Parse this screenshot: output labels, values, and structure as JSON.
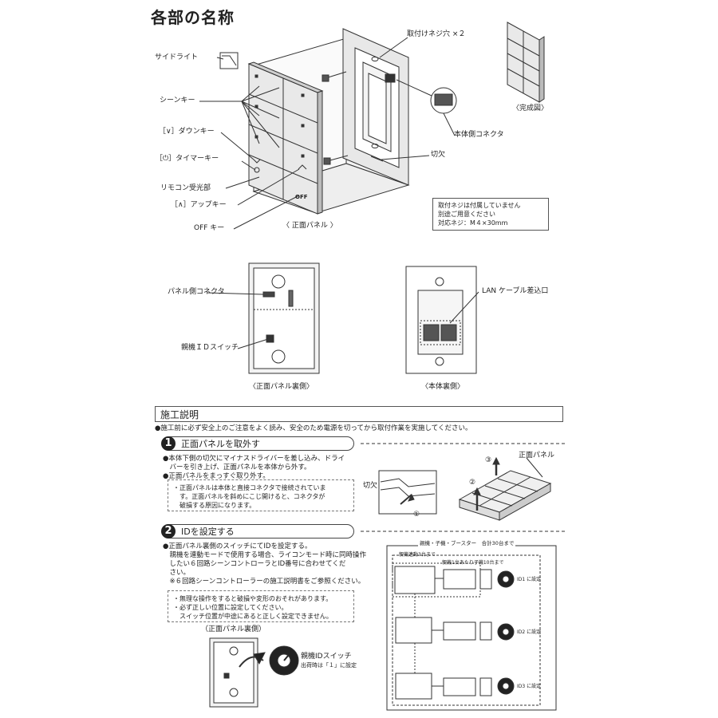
{
  "title": "各部の名称",
  "labels": {
    "side_light": "サイドライト",
    "scene_key": "シーンキー",
    "down_key": "［∨］ダウンキー",
    "timer_key": "［⏻］タイマーキー",
    "remote_receiver": "リモコン受光部",
    "up_key": "［∧］アップキー",
    "off_key": "OFF  キー",
    "front_panel": "〈 正面パネル 〉",
    "screw_hole": "取付けネジ穴 ×２",
    "body_connector": "本体側コネクタ",
    "notch": "切欠",
    "complete": "〈完成図〉",
    "panel_connector": "パネル側コネクタ",
    "master_id_switch": "親機ＩＤスイッチ",
    "front_panel_back": "〈正面パネル裏側〉",
    "lan_port": "LAN ケーブル差込口",
    "body_back": "〈本体裏側〉",
    "off_print": "OFF"
  },
  "screw_note": [
    "取付ネジは付属していません",
    "別途ご用意ください",
    "対応ネジ：M４×30mm"
  ],
  "install": {
    "heading": "施工説明",
    "caution": "●施工前に必ず安全上のご注意をよく読み、安全のため電源を切ってから取付作業を実施してください。",
    "step1": {
      "num": "1",
      "title": "正面パネルを取外す",
      "lines": [
        "●本体下側の切欠にマイナスドライバーを差し込み、ドライ",
        "　バーを引き上げ、正面パネルを本体から外す。",
        "●正面パネルをまっすぐ取り外す。"
      ],
      "note": [
        "・正面パネルは本体と直接コネクタで接続されていま",
        "　す。正面パネルを斜めにこじ開けると、コネクタが",
        "　破損する原因になります。"
      ],
      "fig_notch": "切欠",
      "fig_panel": "正面パネル",
      "fig_n1": "①",
      "fig_n2": "②",
      "fig_n3": "③"
    },
    "step2": {
      "num": "2",
      "title": "IDを設定する",
      "lines": [
        "●正面パネル裏側のスイッチにてIDを設定する。",
        "　親機を連動モードで使用する場合、ライコンモード時に同時操作",
        "　したい６回路シーンコントローラとID番号に合わせてくだ",
        "　さい。",
        "　※６回路シーンコントローラーの施工説明書をご参照ください。"
      ],
      "note": [
        "・無理な操作をすると破損や変形のおそれがあります。",
        "・必ず正しい位置に設定してください。",
        "　スイッチ位置が中途にあると正しく設定できません。"
      ],
      "back_label": "（正面パネル裏側）",
      "switch_label": "親機IDスイッチ",
      "switch_sub": "出荷時は「１」に設定"
    }
  },
  "system_diagram": {
    "header": "親機・子機・ブースター　合計30台まで",
    "sub1": "親機連動3台まで",
    "sub2": "親機1台あたり子機10台まで",
    "id1": "ID1 に設定",
    "id2": "ID2 に設定",
    "id3": "ID3 に設定"
  }
}
